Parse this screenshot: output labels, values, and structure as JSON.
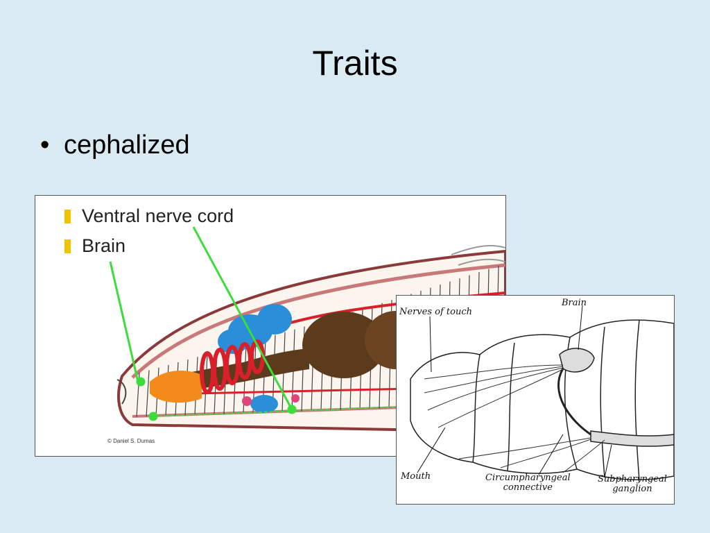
{
  "slide": {
    "title": "Traits",
    "bullets": [
      "cephalized"
    ]
  },
  "worm_diagram": {
    "legend": [
      "Ventral nerve cord",
      "Brain"
    ],
    "credit": "© Daniel S. Dumas",
    "colors": {
      "nerve_pointer": "#3ddc3d",
      "gut": "#5c3a1c",
      "blood_vessel": "#d8202a",
      "seminal_vesicles": "#2a8fd8",
      "pharynx": "#f28a1c",
      "body_wall": "#c9787a"
    }
  },
  "head_diagram": {
    "labels": {
      "nerves_of_touch": "Nerves of touch",
      "brain": "Brain",
      "mouth": "Mouth",
      "circumpharyngeal": "Circumpharyngeal\nconnective",
      "subpharyngeal": "Subpharyngeal\nganglion"
    }
  }
}
